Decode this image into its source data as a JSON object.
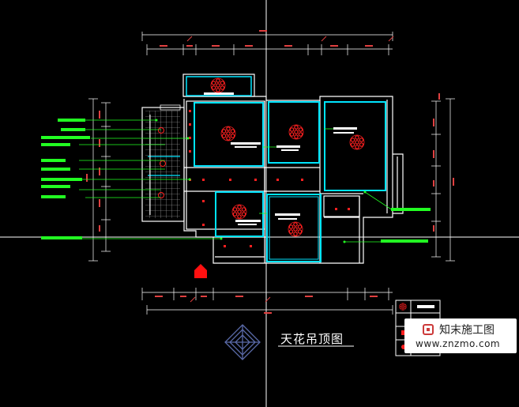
{
  "drawing": {
    "title": "天花吊顶图",
    "background_color": "#000000",
    "wall_color": "#ffffff",
    "ceiling_outline_color": "#00e5ff",
    "lamp_color": "#ff2020",
    "leader_color": "#22ff22",
    "dimension_color": "#e04040",
    "crosshair_color": "#ffffff"
  },
  "watermark": {
    "name": "知末施工图",
    "url": "www.znzmo.com",
    "logo_icon": "znzmo-logo-icon"
  },
  "legend": {
    "icons": [
      "chandelier-icon",
      "downlight-icon",
      "spotlight-icon"
    ]
  },
  "compass": {
    "icon": "compass-rose-icon"
  }
}
